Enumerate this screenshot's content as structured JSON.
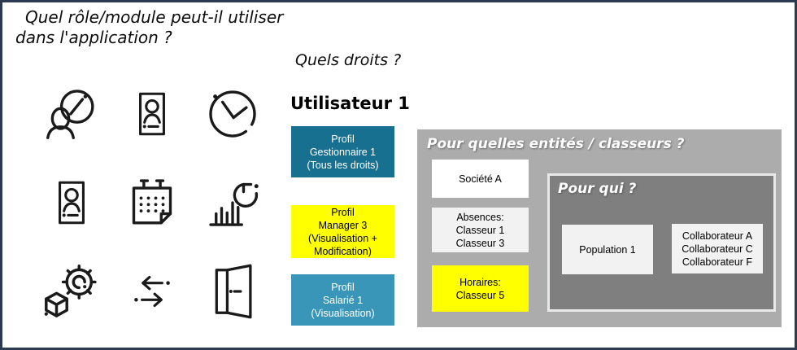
{
  "title": "Quel rôle/module peut-il utiliser\ndans l'application ?",
  "rights": {
    "heading": "Quels droits ?",
    "user": "Utilisateur 1",
    "profiles": [
      {
        "label": "Profil\nGestionnaire 1\n(Tous les droits)",
        "bg": "#17708F",
        "fg": "#FFFFFF"
      },
      {
        "label": "Profil\nManager 3\n(Visualisation +\nModification)",
        "bg": "#FFFF00",
        "fg": "#000000"
      },
      {
        "label": "Profil\nSalarié 1\n(Visualisation)",
        "bg": "#3A96B9",
        "fg": "#FFFFFF"
      }
    ]
  },
  "entities_panel": {
    "heading": "Pour quelles entités / classeurs ?",
    "bg": "#ACACAC",
    "items": [
      {
        "label": "Société A",
        "bg": "#FFFFFF"
      },
      {
        "label": "Absences:\nClasseur 1\nClasseur 3",
        "bg": "#F2F2F2"
      },
      {
        "label": "Horaires:\nClasseur 5",
        "bg": "#FFFF00"
      }
    ],
    "who_panel": {
      "heading": "Pour qui ?",
      "bg": "#7F7F7F",
      "items": [
        {
          "label": "Population 1",
          "bg": "#F2F2F2"
        },
        {
          "label": "Collaborateur A\nCollaborateur C\nCollaborateur F",
          "bg": "#F2F2F2"
        }
      ]
    }
  },
  "icons": [
    {
      "name": "user-search-icon"
    },
    {
      "name": "id-card-icon"
    },
    {
      "name": "clock-icon"
    },
    {
      "name": "id-badge-icon"
    },
    {
      "name": "calendar-icon"
    },
    {
      "name": "chart-refresh-icon"
    },
    {
      "name": "gear-cube-icon"
    },
    {
      "name": "transfer-arrows-icon"
    },
    {
      "name": "open-door-icon"
    }
  ],
  "colors": {
    "frame_border": "#2C3B53",
    "profile_teal": "#17708F",
    "profile_yellow": "#FFFF00",
    "profile_blue": "#3A96B9",
    "panel_gray": "#ACACAC",
    "who_gray": "#7F7F7F",
    "light_box": "#F2F2F2"
  }
}
